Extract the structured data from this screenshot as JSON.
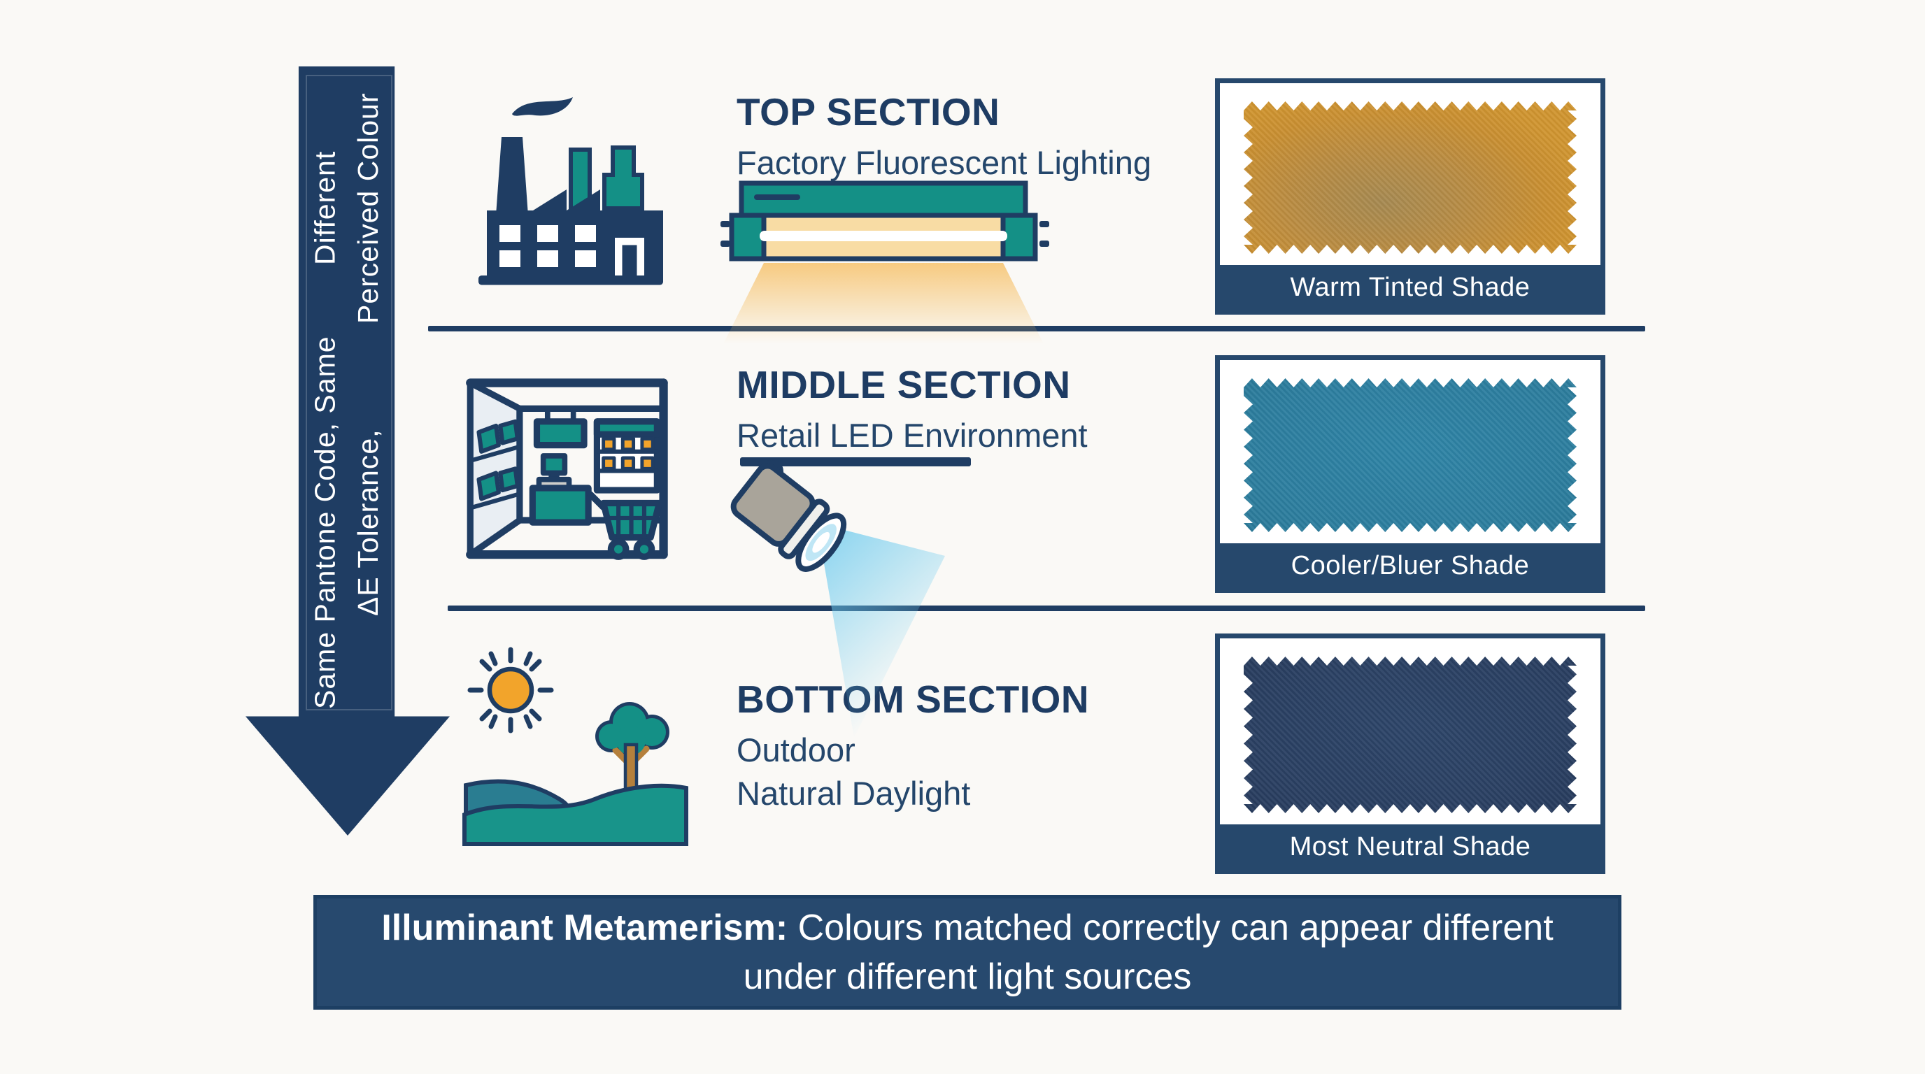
{
  "arrow": {
    "line1": "Same Pantone Code, Same ΔE Tolerance,",
    "line2": "Different Perceived Colour"
  },
  "sections": [
    {
      "title": "TOP SECTION",
      "subtitle": "Factory Fluorescent Lighting",
      "icon": "factory-icon",
      "light_icon": "fluorescent-tube-icon",
      "swatch_label": "Warm Tinted Shade",
      "swatch_color": "#c8902f"
    },
    {
      "title": "MIDDLE SECTION",
      "subtitle": "Retail LED Environment",
      "icon": "retail-store-icon",
      "light_icon": "spotlight-icon",
      "swatch_label": "Cooler/Bluer Shade",
      "swatch_color": "#2e80a1"
    },
    {
      "title": "BOTTOM SECTION",
      "subtitle": "Outdoor",
      "subtitle2": "Natural Daylight",
      "icon": "outdoor-landscape-icon",
      "swatch_label": "Most Neutral Shade",
      "swatch_color": "#2b4164"
    }
  ],
  "banner": {
    "bold": "Illuminant Metamerism:",
    "rest": "Colours matched correctly can appear different under different light sources"
  },
  "colors": {
    "navy": "#1f3d63",
    "teal": "#149086",
    "banner_navy": "#27496e",
    "warm_beam": "#f6c26c",
    "cool_beam": "#7fd0ef",
    "sun_orange": "#f2a42b"
  }
}
